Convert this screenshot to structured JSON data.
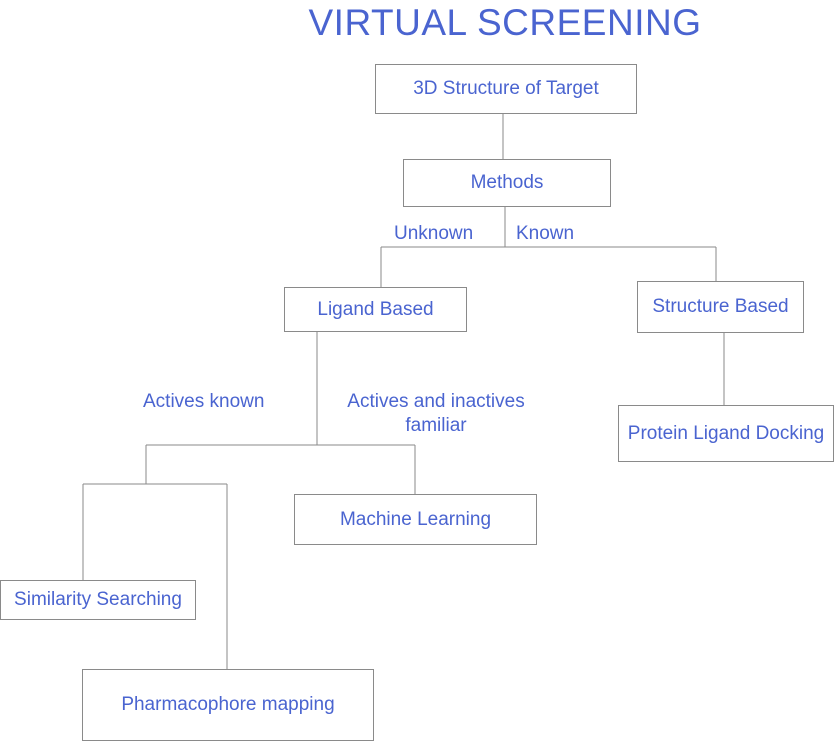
{
  "title": "VIRTUAL SCREENING",
  "colors": {
    "text": "#4a64d0",
    "border": "#8a8a8a"
  },
  "nodes": {
    "target": "3D Structure of Target",
    "methods": "Methods",
    "ligand_based": "Ligand Based",
    "structure_based": "Structure Based",
    "machine_learning": "Machine Learning",
    "protein_ligand_docking": "Protein Ligand Docking",
    "similarity_searching": "Similarity Searching",
    "pharmacophore_mapping": "Pharmacophore mapping"
  },
  "edge_labels": {
    "unknown": "Unknown",
    "known": "Known",
    "actives_known": "Actives known",
    "actives_inactives_line1": "Actives and inactives",
    "actives_inactives_line2": "familiar"
  }
}
